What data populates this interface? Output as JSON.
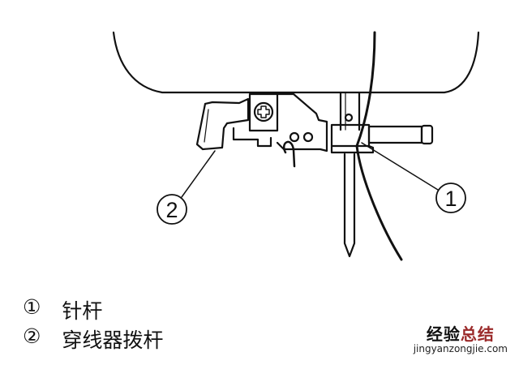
{
  "diagram": {
    "callouts": [
      {
        "number": "1",
        "label": "针杆"
      },
      {
        "number": "2",
        "label": "穿线器拨杆"
      }
    ]
  },
  "legend": [
    {
      "symbol": "①",
      "text": "针杆"
    },
    {
      "symbol": "②",
      "text": "穿线器拨杆"
    }
  ],
  "watermark": {
    "cn_part1": "经验",
    "cn_part2": "总结",
    "url": "jingyanzongjie.com",
    "accent": "#9b2a2a"
  }
}
